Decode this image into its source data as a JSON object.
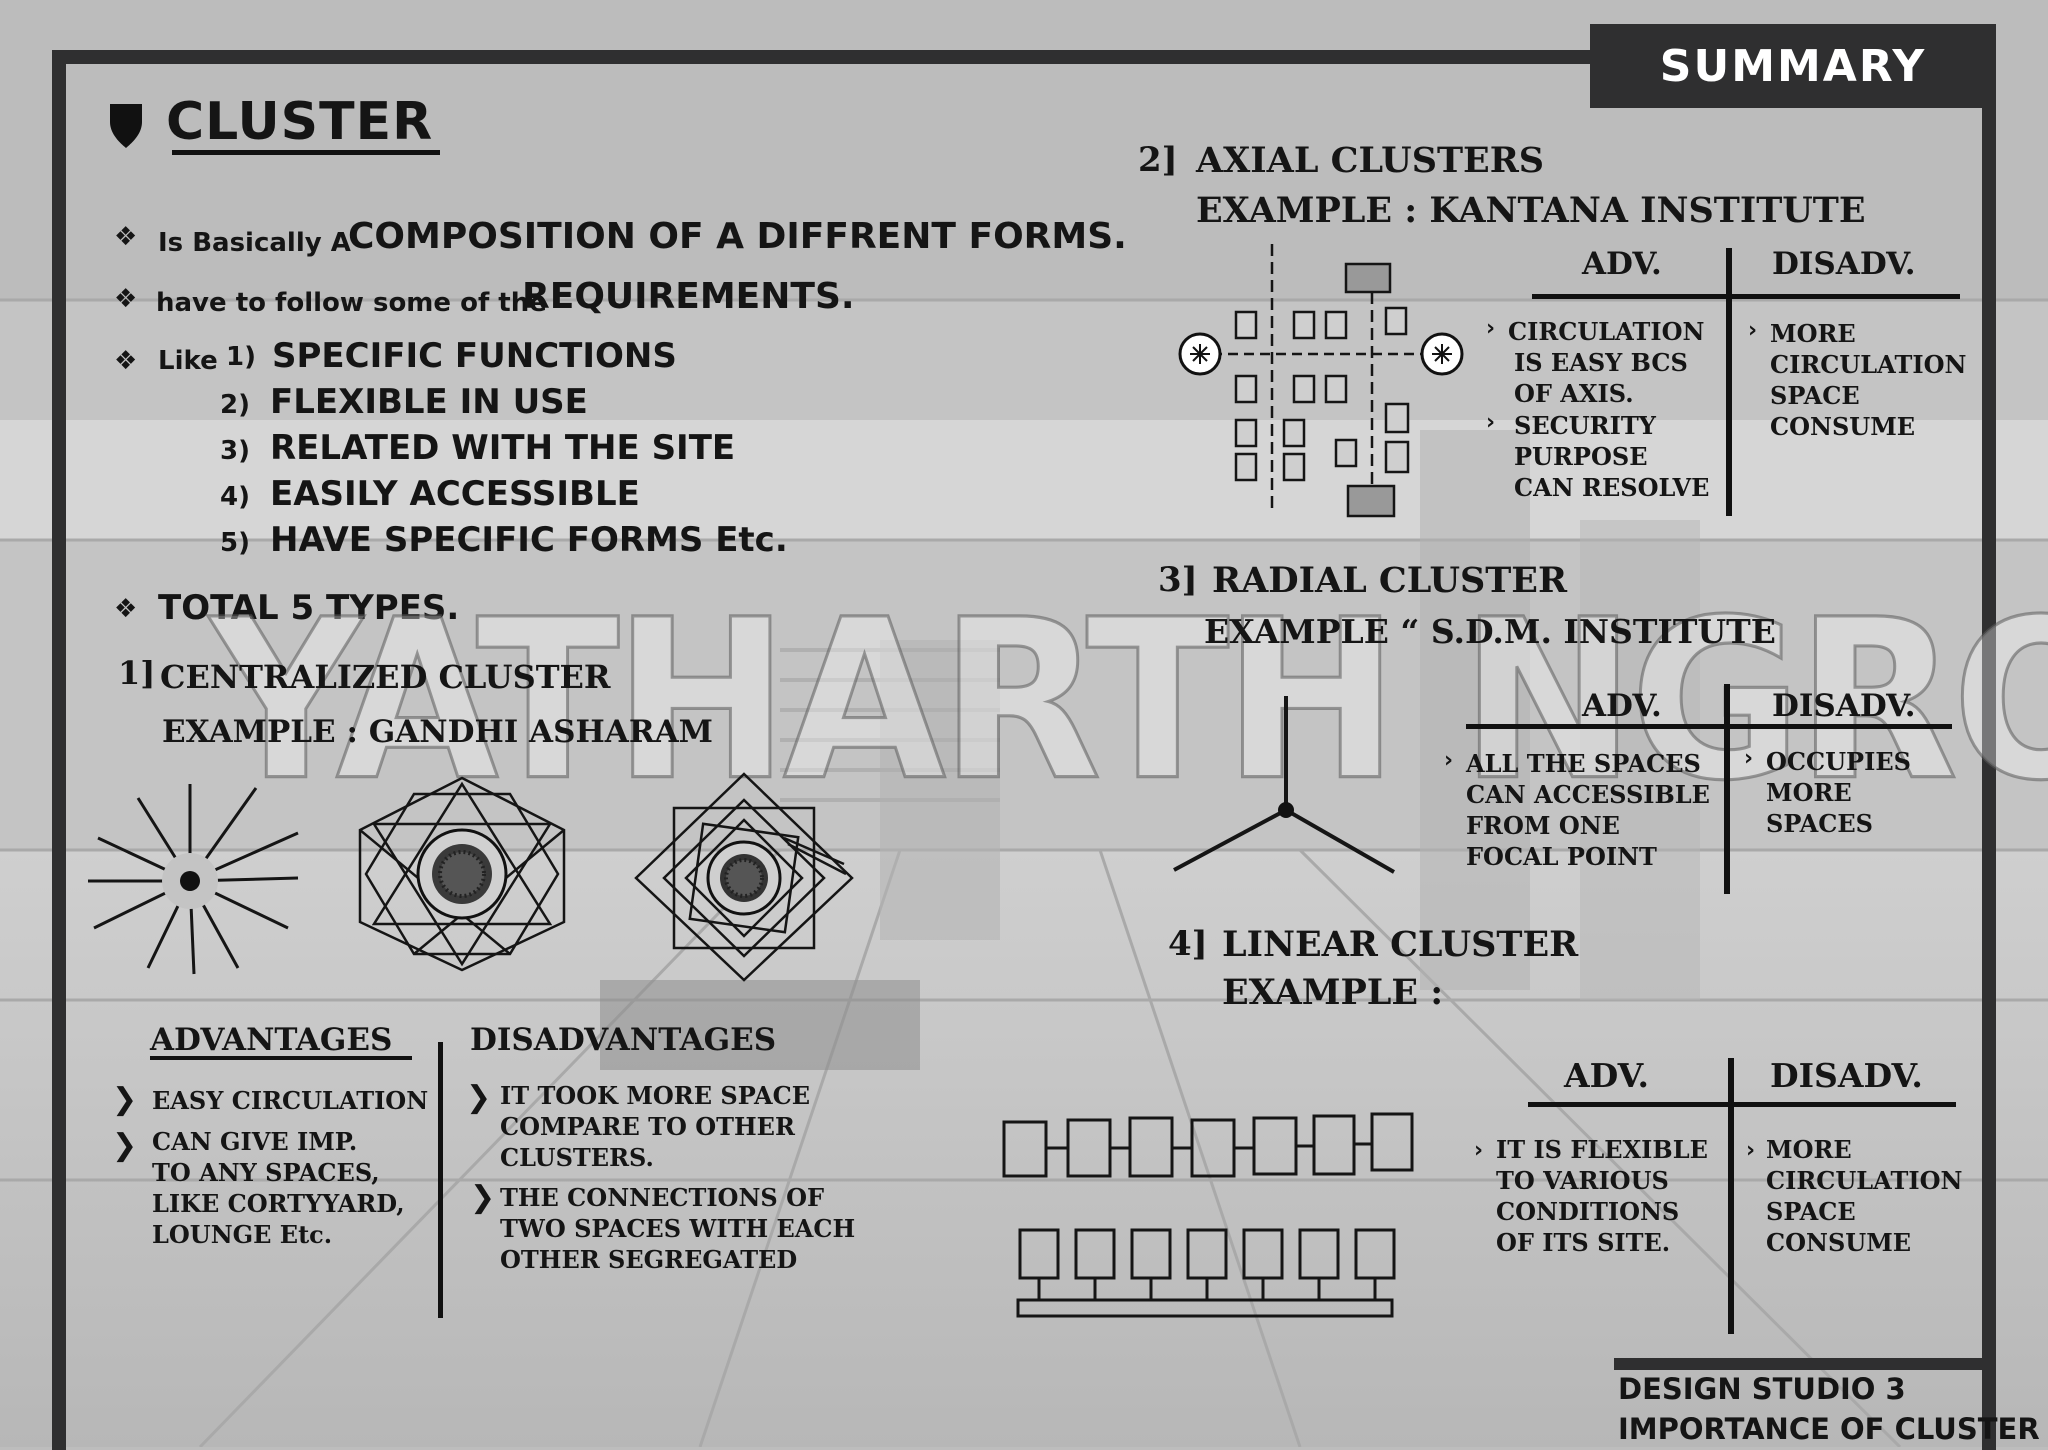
{
  "header": {
    "tab": "SUMMARY",
    "title": "CLUSTER"
  },
  "intro": {
    "line1_small": "Is Basically A",
    "line1_big": "COMPOSITION OF A DIFFRENT FORMS.",
    "line2_small": "have to follow some of the",
    "line2_big": "REQUIREMENTS.",
    "like": "Like",
    "requirements": [
      {
        "num": "1)",
        "text": "SPECIFIC FUNCTIONS"
      },
      {
        "num": "2)",
        "text": "FLEXIBLE IN USE"
      },
      {
        "num": "3)",
        "text": "RELATED WITH THE SITE"
      },
      {
        "num": "4)",
        "text": "EASILY ACCESSIBLE"
      },
      {
        "num": "5)",
        "text": "HAVE SPECIFIC FORMS Etc."
      }
    ],
    "total": "TOTAL 5 TYPES."
  },
  "centralized": {
    "num": "1]",
    "title": "CENTRALIZED CLUSTER",
    "example": "EXAMPLE : GANDHI ASHARAM",
    "adv_head": "ADVANTAGES",
    "disadv_head": "DISADVANTAGES",
    "adv": [
      [
        "EASY CIRCULATION"
      ],
      [
        "CAN GIVE IMP.",
        "TO ANY SPACES,",
        "LIKE CORTYYARD,",
        "LOUNGE Etc."
      ]
    ],
    "disadv": [
      [
        "IT TOOK MORE SPACE",
        "COMPARE TO OTHER",
        "CLUSTERS."
      ],
      [
        "THE CONNECTIONS OF",
        "TWO SPACES WITH EACH",
        "OTHER SEGREGATED"
      ]
    ]
  },
  "axial": {
    "num": "2]",
    "title": "AXIAL CLUSTERS",
    "example": "EXAMPLE : KANTANA INSTITUTE",
    "adv_head": "ADV.",
    "disadv_head": "DISADV.",
    "adv": [
      [
        "CIRCULATION",
        "IS EASY BCS",
        "OF AXIS."
      ],
      [
        "SECURITY",
        "PURPOSE",
        "CAN RESOLVE"
      ]
    ],
    "disadv": [
      [
        "MORE",
        "CIRCULATION",
        "SPACE",
        "CONSUME"
      ]
    ]
  },
  "radial": {
    "num": "3]",
    "title": "RADIAL CLUSTER",
    "example": "EXAMPLE “ S.D.M. INSTITUTE",
    "adv_head": "ADV.",
    "disadv_head": "DISADV.",
    "adv": [
      [
        "ALL THE SPACES",
        "CAN ACCESSIBLE",
        "FROM ONE",
        "FOCAL POINT"
      ]
    ],
    "disadv": [
      [
        "OCCUPIES",
        "MORE",
        "SPACES"
      ]
    ]
  },
  "linear": {
    "num": "4]",
    "title": "LINEAR CLUSTER",
    "example": "EXAMPLE :",
    "adv_head": "ADV.",
    "disadv_head": "DISADV.",
    "adv": [
      [
        "IT IS FLEXIBLE",
        "TO VARIOUS",
        "CONDITIONS",
        "OF ITS SITE."
      ]
    ],
    "disadv": [
      [
        "MORE",
        "CIRCULATION",
        "SPACE",
        "CONSUME"
      ]
    ]
  },
  "footer": {
    "line1": "DESIGN STUDIO 3",
    "line2": "IMPORTANCE OF CLUSTER"
  },
  "watermark": "YATHARTH NGROUP",
  "bullet_glyph": "❖",
  "arrow_glyph": "›",
  "colors": {
    "frame": "#2f2f30",
    "ink": "#151515",
    "paper": "#bdbdbd"
  }
}
